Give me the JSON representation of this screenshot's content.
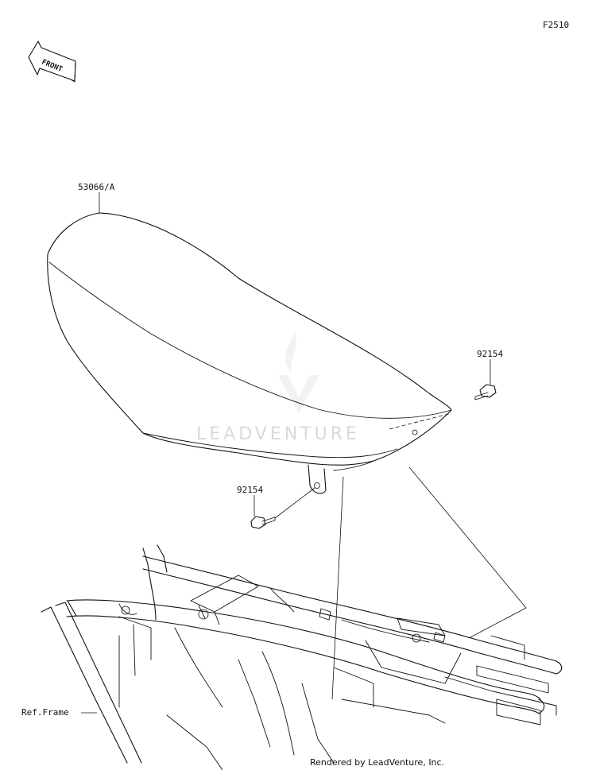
{
  "figure_code": "F2510",
  "front_label": "FRONT",
  "watermark": "LEADVENTURE",
  "footer": "Rendered by LeadVenture, Inc.",
  "parts": [
    {
      "label": "53066/A"
    },
    {
      "label": "92154"
    },
    {
      "label": "92154"
    }
  ],
  "ref_label": "Ref.Frame"
}
